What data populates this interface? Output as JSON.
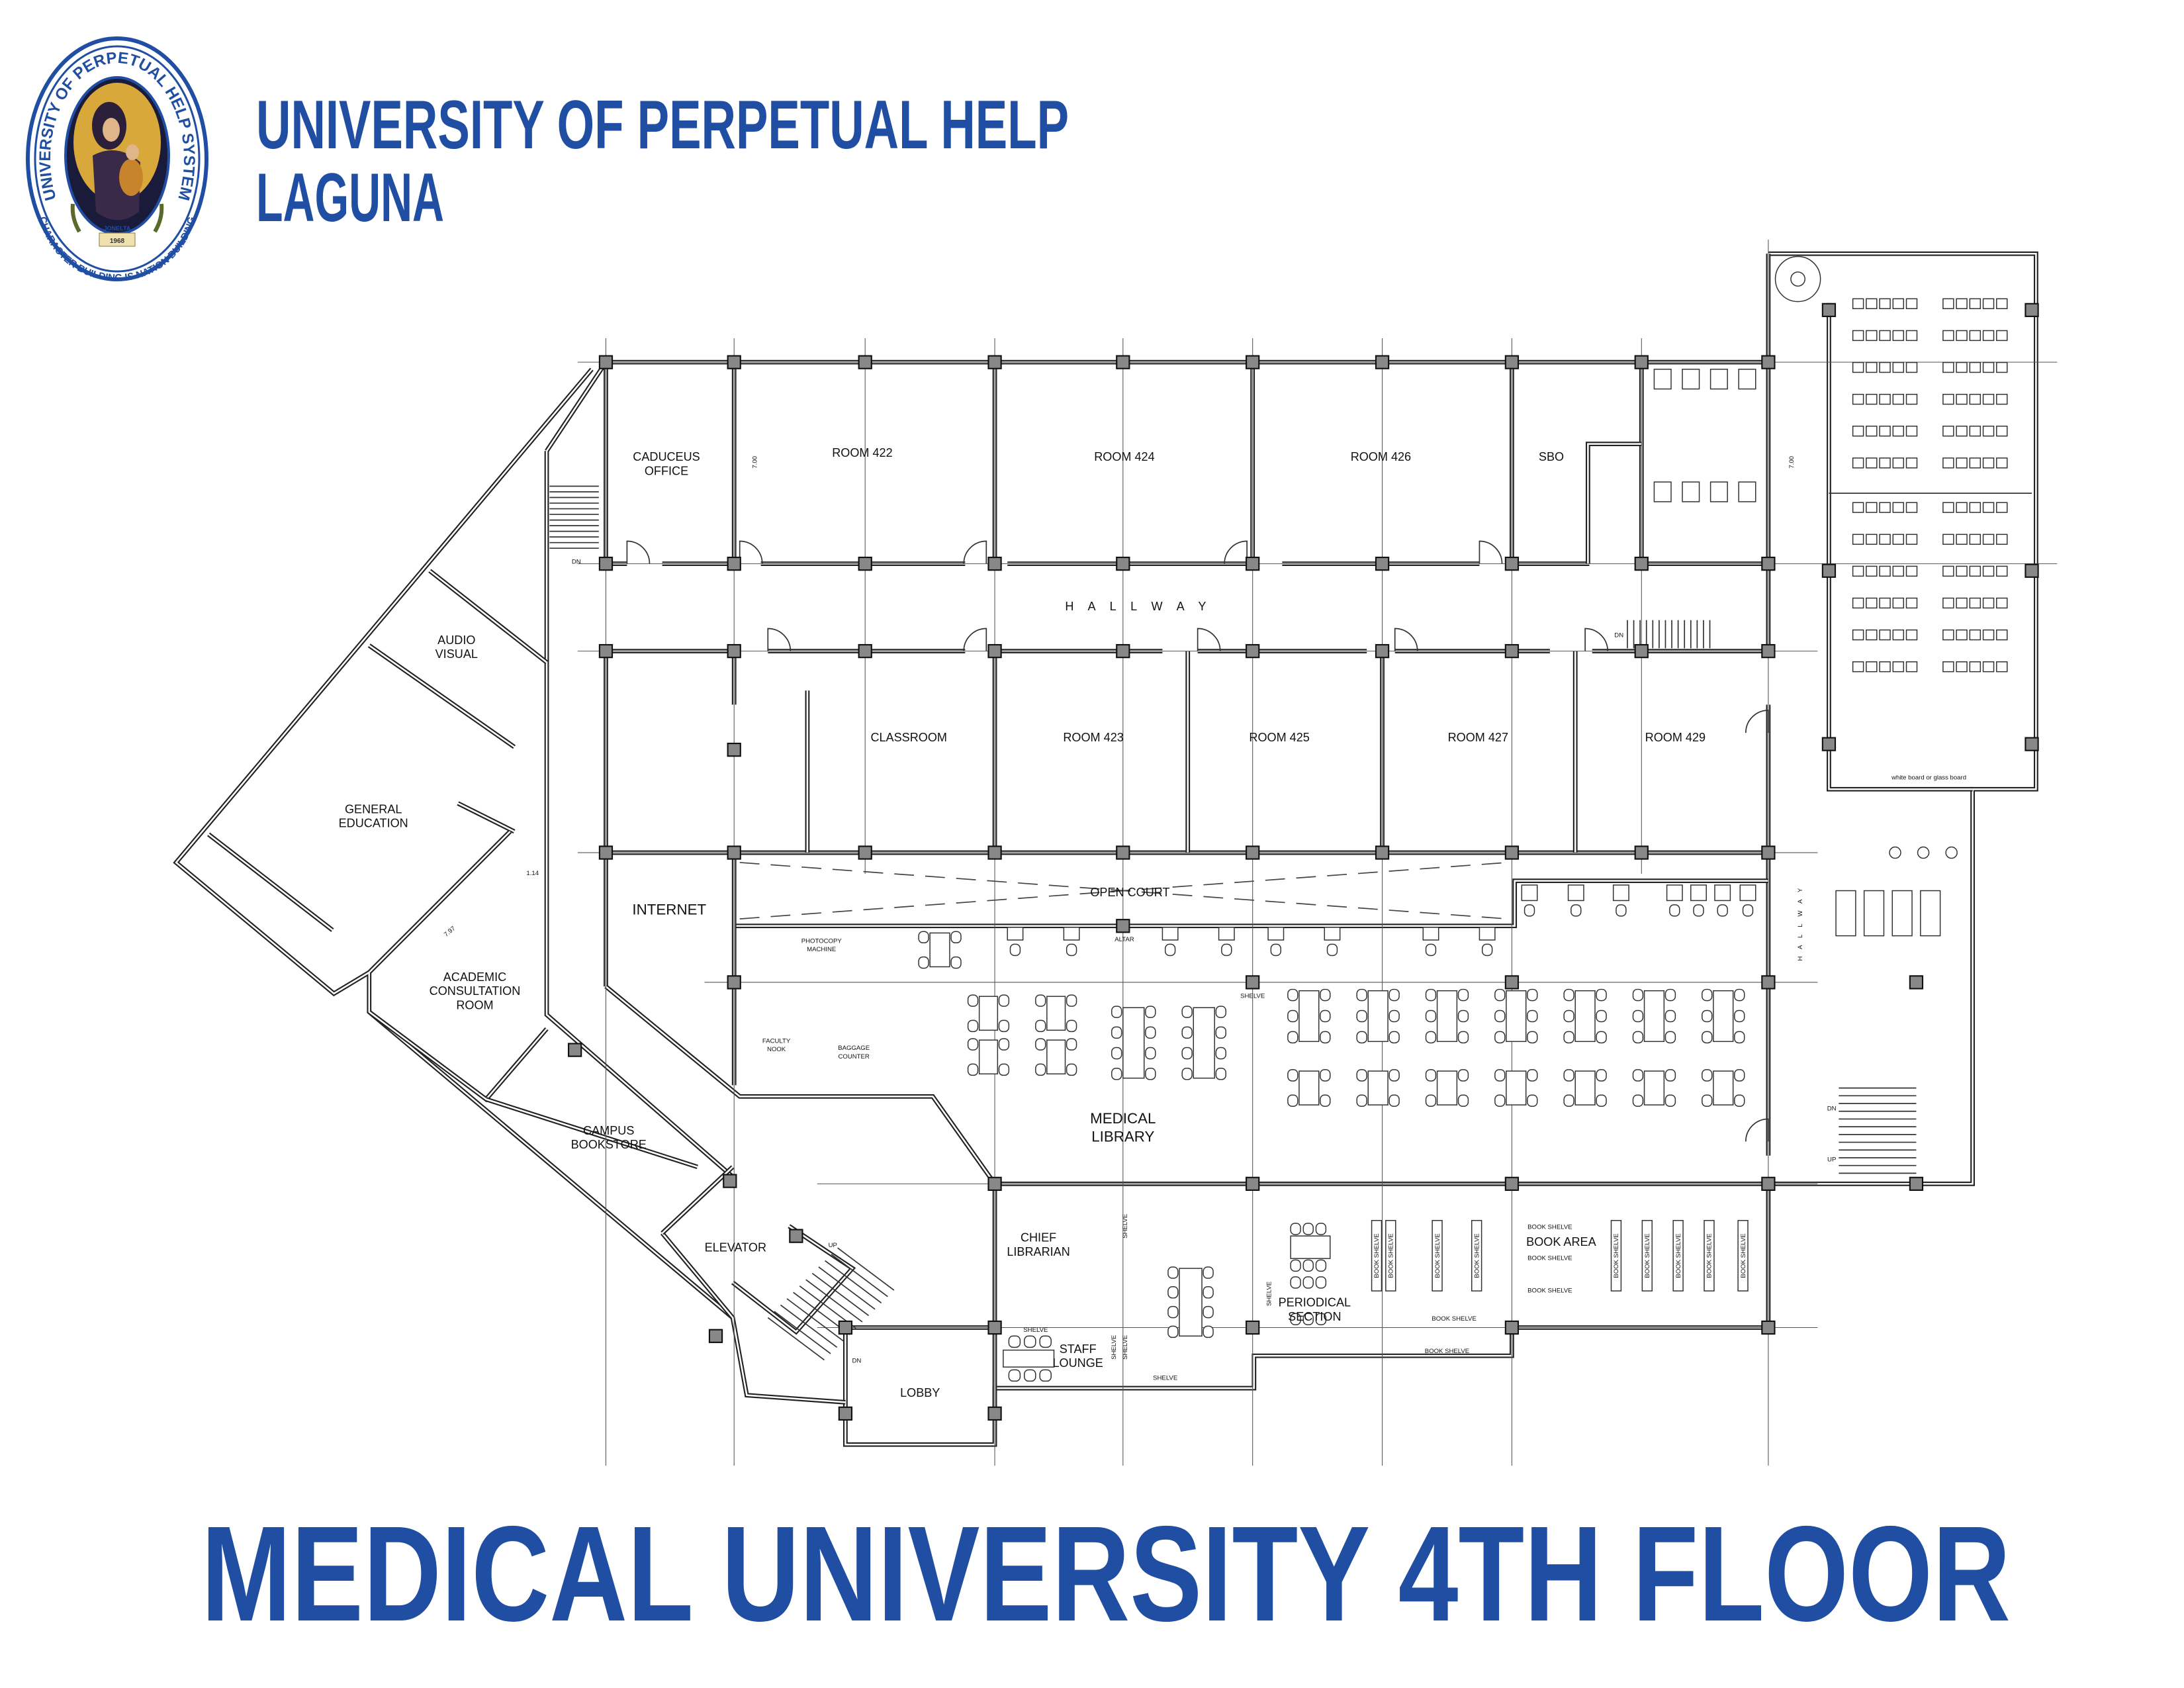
{
  "colors": {
    "brand_blue": "#1f4ea3",
    "wall": "#222222",
    "background": "#ffffff"
  },
  "logo": {
    "top_text": "UNIVERSITY OF PERPETUAL HELP SYSTEM",
    "bottom_text": "CHARACTER BUILDING IS NATION BUILDING",
    "ribbon": "JONELTA",
    "year": "1968"
  },
  "header": {
    "title_line1": "UNIVERSITY OF PERPETUAL HELP",
    "title_line2": "LAGUNA"
  },
  "footer": {
    "title": "MEDICAL UNIVERSITY 4TH FLOOR"
  },
  "plan": {
    "caduceus_office": [
      "CADUCEUS",
      "OFFICE"
    ],
    "room_422": "ROOM 422",
    "room_424": "ROOM 424",
    "room_426": "ROOM 426",
    "sbo": "SBO",
    "hallway": "H A L L W A Y",
    "hallway_vertical": "H A L L W A Y",
    "classroom": "CLASSROOM",
    "room_423": "ROOM 423",
    "room_425": "ROOM 425",
    "room_427": "ROOM 427",
    "room_429": "ROOM 429",
    "audio_visual": [
      "AUDIO",
      "VISUAL"
    ],
    "general_education": [
      "GENERAL",
      "EDUCATION"
    ],
    "academic_consultation": [
      "ACADEMIC",
      "CONSULTATION",
      "ROOM"
    ],
    "internet": "INTERNET",
    "open_court": "OPEN COURT",
    "photocopy": [
      "PHOTOCOPY",
      "MACHINE"
    ],
    "altar": "ALTAR",
    "shelve": "SHELVE",
    "faculty_nook": [
      "FACULTY",
      "NOOK"
    ],
    "baggage_counter": [
      "BAGGAGE",
      "COUNTER"
    ],
    "medical_library": [
      "MEDICAL",
      "LIBRARY"
    ],
    "campus_bookstore": [
      "CAMPUS",
      "BOOKSTORE"
    ],
    "elevator": "ELEVATOR",
    "chief_librarian": [
      "CHIEF",
      "LIBRARIAN"
    ],
    "staff_lounge": [
      "STAFF",
      "LOUNGE"
    ],
    "periodical_section": [
      "PERIODICAL",
      "SECTION"
    ],
    "book_area": "BOOK AREA",
    "book_shelve": "BOOK SHELVE",
    "lobby": "LOBBY",
    "up": "UP",
    "dn": "DN",
    "dim_700": "7.00",
    "dim_114": "1.14",
    "dim_797": "7.97",
    "whiteboard": "white board or glass board"
  }
}
